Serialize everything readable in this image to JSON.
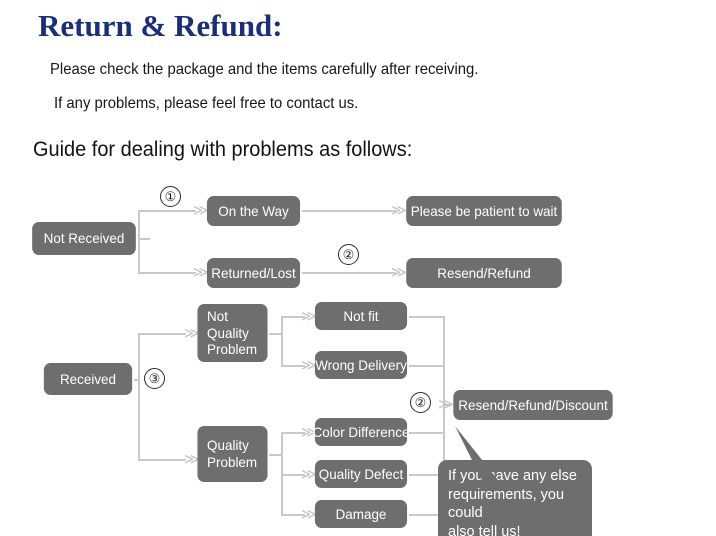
{
  "header": {
    "title": "Return & Refund:",
    "line1": "Please check the package and the items carefully after receiving.",
    "line2": "If any problems, please feel free to contact us.",
    "guide": "Guide for dealing with problems as follows:"
  },
  "colors": {
    "title": "#1b2f78",
    "node_fill": "#6e6e6e",
    "node_text": "#ffffff",
    "connector": "#c9c9c9",
    "arrow": "#c2c2c2",
    "page_bg": "#ffffff"
  },
  "flow": {
    "roots": [
      {
        "id": "not-received",
        "label": "Not Received"
      },
      {
        "id": "received",
        "label": "Received"
      }
    ],
    "stage2": [
      {
        "id": "on-the-way",
        "label": "On the Way"
      },
      {
        "id": "returned-lost",
        "label": "Returned/Lost"
      },
      {
        "id": "not-quality-problem",
        "label": "Not\nQuality\nProblem"
      },
      {
        "id": "quality-problem",
        "label": "Quality\nProblem"
      }
    ],
    "reasons": [
      {
        "id": "not-fit",
        "label": "Not fit"
      },
      {
        "id": "wrong-delivery",
        "label": "Wrong Delivery"
      },
      {
        "id": "color-difference",
        "label": "Color Difference"
      },
      {
        "id": "quality-defect",
        "label": "Quality Defect"
      },
      {
        "id": "damage",
        "label": "Damage"
      }
    ],
    "outcomes": [
      {
        "id": "please-be-patient",
        "label": "Please be patient to wait"
      },
      {
        "id": "resend-refund",
        "label": "Resend/Refund"
      },
      {
        "id": "resend-refund-discount",
        "label": "Resend/Refund/Discount"
      }
    ],
    "step_markers": [
      {
        "id": "step-1",
        "label": "①"
      },
      {
        "id": "step-2-top",
        "label": "②"
      },
      {
        "id": "step-3",
        "label": "③"
      },
      {
        "id": "step-2-bottom",
        "label": "②"
      }
    ],
    "arrow_glyph": "≫"
  },
  "callout": {
    "line1": "If you have any else",
    "line2": "requirements, you could",
    "line3": "also tell us!"
  }
}
